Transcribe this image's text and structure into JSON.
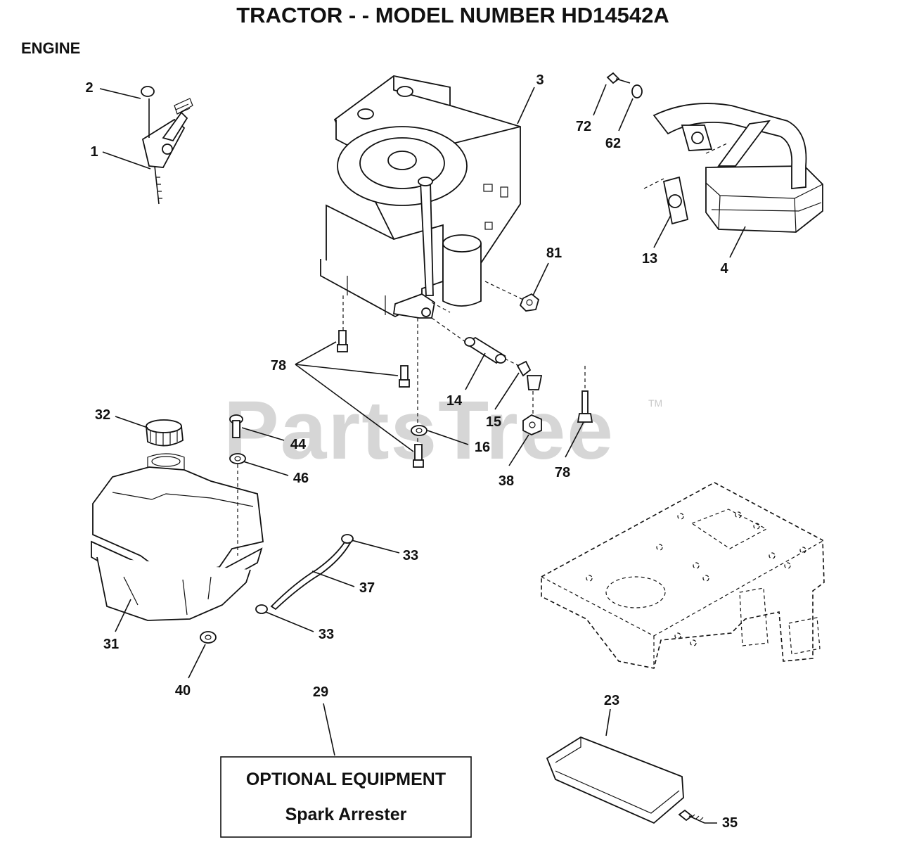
{
  "title": "TRACTOR - - MODEL NUMBER HD14542A",
  "section": "ENGINE",
  "watermark": {
    "text": "PartsTree",
    "trademark": "TM"
  },
  "optional_box": {
    "heading": "OPTIONAL EQUIPMENT",
    "item": "Spark Arrester"
  },
  "callouts": [
    "2",
    "1",
    "3",
    "72",
    "62",
    "13",
    "4",
    "81",
    "78",
    "14",
    "15",
    "32",
    "44",
    "16",
    "46",
    "38",
    "78",
    "33",
    "37",
    "33",
    "31",
    "40",
    "29",
    "23",
    "35"
  ]
}
